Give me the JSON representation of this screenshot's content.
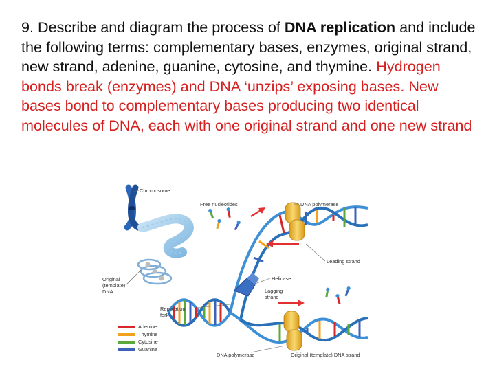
{
  "question": {
    "number": "9.",
    "intro": "Describe and diagram the process of",
    "term_bold": "DNA replication",
    "terms_text": "and include the following terms: complementary bases, enzymes, original strand, new strand, adenine, guanine, cytosine, and thymine.",
    "answer_text": "Hydrogen bonds break (enzymes) and DNA ‘unzips’ exposing bases.  New bases bond to complementary bases producing two identical molecules of DNA, each with one original strand and one new strand"
  },
  "diagram": {
    "labels": {
      "chromosome": "Chromosome",
      "free_nucleotides": "Free nucleotides",
      "dna_polymerase_top": "DNA polymerase",
      "leading_strand": "Leading strand",
      "helicase": "Helicase",
      "lagging_strand_1": "Lagging",
      "lagging_strand_2": "strand",
      "original_1": "Original",
      "original_2": "(template)",
      "original_3": "DNA",
      "replication_fork_1": "Replication",
      "replication_fork_2": "fork",
      "dna_polymerase_bottom": "DNA polymerase",
      "original_template_strand": "Original (template) DNA strand"
    },
    "legend": [
      {
        "name": "Adenine",
        "color": "#d9262b"
      },
      {
        "name": "Thymine",
        "color": "#f0a21c"
      },
      {
        "name": "Cytosine",
        "color": "#5aa83a"
      },
      {
        "name": "Guanine",
        "color": "#3b63b8"
      }
    ],
    "colors": {
      "backbone": "#3d8fd6",
      "polymerase": "#f0c040",
      "arrow": "#e23030",
      "helicase": "#3a6fc4",
      "chromosome": "#2b66b8"
    }
  }
}
